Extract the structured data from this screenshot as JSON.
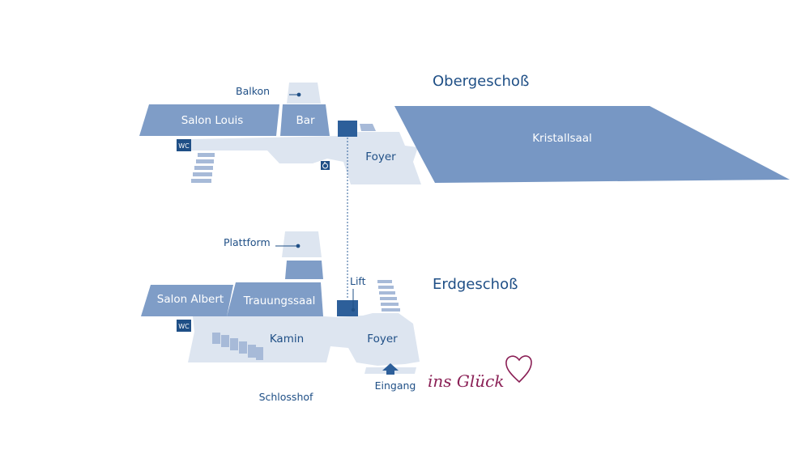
{
  "floors": {
    "upper": {
      "title": "Obergeschoß"
    },
    "ground": {
      "title": "Erdgeschoß"
    }
  },
  "rooms": {
    "balkon": "Balkon",
    "salon_louis": "Salon Louis",
    "bar": "Bar",
    "foyer_upper": "Foyer",
    "kristallsaal": "Kristallsaal",
    "plattform": "Plattform",
    "salon_albert": "Salon Albert",
    "trauungssaal": "Trauungssaal",
    "lift": "Lift",
    "kamin": "Kamin",
    "foyer_ground": "Foyer",
    "schlosshof": "Schlosshof",
    "eingang": "Eingang"
  },
  "icons": {
    "wc_label": "WC",
    "accessible": "wheelchair-icon",
    "entrance": "entrance-arrow-icon",
    "heart": "heart-icon"
  },
  "logo": {
    "text": "ins Glück"
  },
  "colors": {
    "dark": "#1f4f86",
    "medium": "#7f9dc7",
    "light": "#dde5f0",
    "stairs": "#a7bad8",
    "logo": "#8a1f55"
  }
}
